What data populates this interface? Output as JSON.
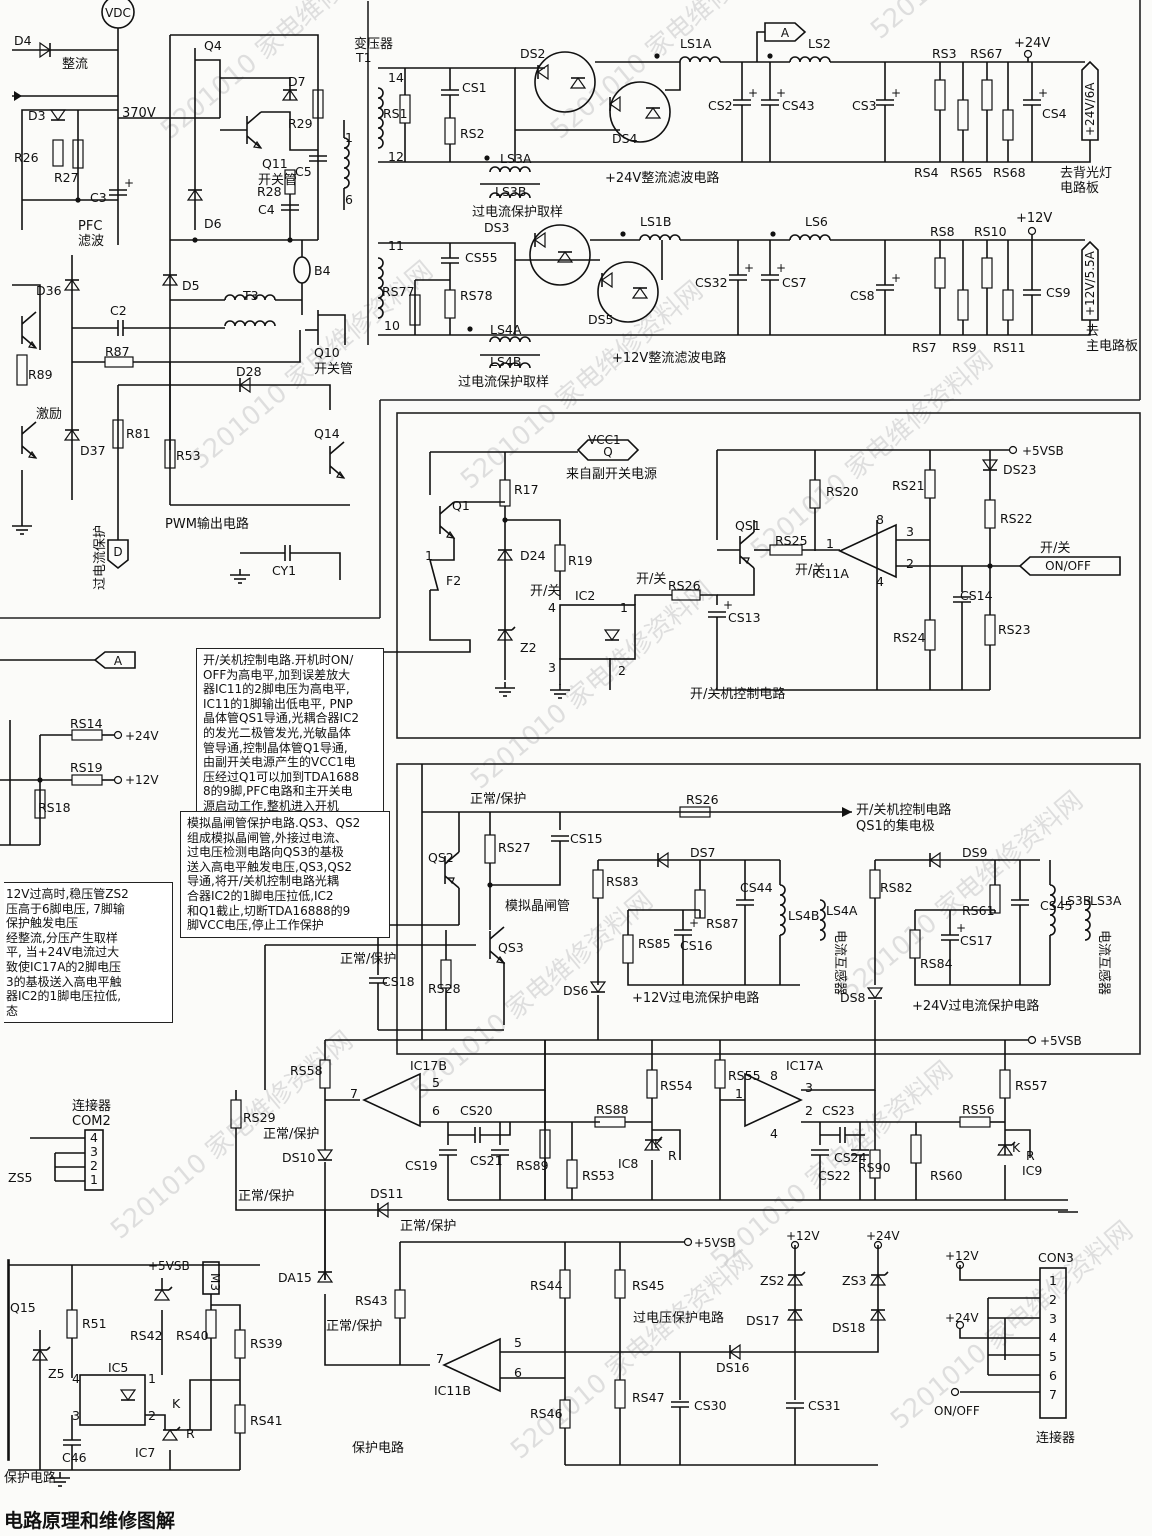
{
  "page": {
    "caption": "电路原理和维修图解"
  },
  "watermark": "5201010 家电维修资料网",
  "sections": {
    "rect24": "+24V整流滤波电路",
    "rect12": "+12V整流滤波电路",
    "ocp_sample_a": "过电流保护取样",
    "ocp_sample_b": "过电流保护取样",
    "pwm": "PWM输出电路",
    "onoff": "开/关机控制电路",
    "ocp12": "+12V过电流保护电路",
    "ocp24": "+24V过电流保护电路",
    "ovp": "过电压保护电路",
    "prot": "保护电路",
    "prot_left": "保护电路",
    "pfc": "PFC\n滤波",
    "rectifier": "整流",
    "excitation": "激励",
    "transformer": "变压器",
    "switch_tube_q11": "开关管",
    "switch_tube_q10": "开关管",
    "scr_label": "模拟晶闸管",
    "ct_a": "电流互感器",
    "ct_b": "电流互感器",
    "from_aux": "来自副开关电源",
    "to_backlight": "去背光灯\n电路板",
    "to_main": "去\n主电路板",
    "ocp_vertical": "过电流保护",
    "onoff_from": "开/关机控制电路\nQS1的集电极",
    "connector": "连接器",
    "connector_com2": "连接器\nCOM2",
    "normal_protect": "正常/保护",
    "onoff_label": "开/关"
  },
  "ports": {
    "vdc": "VDC",
    "A": "A",
    "D": "D",
    "Q": "Q",
    "vcc1": "VCC1",
    "onoff": "ON/OFF",
    "m3": "M3",
    "out24": "+24V/6A",
    "out12": "+12V/5.5A"
  },
  "rails": {
    "p24": "+24V",
    "p12": "+12V",
    "p5vsb": "+5VSB",
    "v370": "370V"
  },
  "notes": {
    "onoff": "开/关机控制电路.开机时ON/\nOFF为高电平,加到误差放大\n器IC11的2脚电压为高电平,\nIC11的1脚输出低电平, PNP\n晶体管QS1导通,光耦合器IC2\n的发光二极管发光,光敏晶体\n管导通,控制晶体管Q1导通,\n由副开关电源产生的VCC1电\n压经过Q1可以加到TDA1688\n8的9脚,PFC电路和主开关电\n源启动工作,整机进入开机\n状态",
    "scr": "模拟晶闸管保护电路.QS3、QS2\n组成模拟晶闸管,外接过电流、\n过电压检测电路向QS3的基极\n送入高电平触发电压,QS3,QS2\n导通,将开/关机控制电路光耦\n合器IC2的1脚电压拉低,IC2\n和Q1截止,切断TDA16888的9\n脚VCC电压,停止工作保护",
    "left": "12V过高时,稳压管ZS2\n压高于6脚电压, 7脚输\n保护触发电压\n经整流,分压产生取样\n平, 当+24V电流过大\n致使IC17A的2脚电压\n3的基极送入高电平触\n器IC2的1脚电压拉低,\n态"
  },
  "components": {
    "top": [
      "D4",
      "D3",
      "R26",
      "R27",
      "C3",
      "Q4",
      "D7",
      "R29",
      "Q11",
      "R28",
      "C5",
      "C4",
      "D6",
      "T1",
      "RS1",
      "RS2",
      "CS1",
      "LS3A",
      "LS3B",
      "DS2",
      "DS4",
      "LS1A",
      "LS2",
      "CS2",
      "CS43",
      "CS3",
      "RS3",
      "RS67",
      "RS4",
      "RS65",
      "RS68",
      "CS4",
      "B4",
      "T3",
      "Q10",
      "D5",
      "D36",
      "D37",
      "C2",
      "R87",
      "R89",
      "R81",
      "R53",
      "D28",
      "Q14",
      "CY1",
      "F2",
      "RS77",
      "RS78",
      "CS55",
      "LS4A",
      "LS4B",
      "DS3",
      "DS5",
      "LS1B",
      "LS6",
      "CS32",
      "CS7",
      "CS8",
      "RS8",
      "RS10",
      "RS7",
      "RS9",
      "RS11",
      "CS9"
    ],
    "pin_nums": [
      "14",
      "12",
      "1",
      "6",
      "11",
      "10"
    ],
    "onoff": [
      "Q1",
      "R17",
      "D24",
      "R19",
      "Z2",
      "IC2",
      "RS26",
      "CS13",
      "QS1",
      "RS25",
      "IC11A",
      "RS20",
      "RS21",
      "DS23",
      "RS22",
      "CS14",
      "RS24",
      "RS23"
    ],
    "prot": [
      "RS14",
      "RS19",
      "RS18",
      "QS2",
      "RS27",
      "CS15",
      "QS3",
      "CS18",
      "RS28",
      "RS26",
      "DS7",
      "RS83",
      "RS85",
      "CS16",
      "RS87",
      "CS44",
      "LS4B",
      "LS4A",
      "DS6",
      "DS9",
      "RS82",
      "RS61",
      "CS17",
      "RS84",
      "CS45",
      "LS3B",
      "LS3A",
      "DS8",
      "RS58",
      "IC17B",
      "RS29",
      "DS10",
      "DS11",
      "CS20",
      "CS19",
      "CS21",
      "RS89",
      "RS88",
      "RS53",
      "RS54",
      "IC8",
      "RS55",
      "IC17A",
      "CS23",
      "CS24",
      "CS22",
      "RS90",
      "RS60",
      "RS56",
      "RS57",
      "IC9",
      "DA15",
      "RS43",
      "IC11B",
      "RS44",
      "RS46",
      "RS45",
      "RS47",
      "CS30",
      "DS16",
      "ZS2",
      "DS17",
      "CS31",
      "ZS3",
      "DS18",
      "CON3",
      "COM2",
      "ZS5",
      "Q15",
      "Z5",
      "R51",
      "IC5",
      "C46",
      "IC7",
      "RS42",
      "RS40",
      "RS39",
      "RS41"
    ]
  },
  "con3_pins": [
    "1",
    "2",
    "3",
    "4",
    "5",
    "6",
    "7"
  ],
  "com2_pins": [
    "4",
    "3",
    "2",
    "1"
  ],
  "ic_pins": {
    "ic11a": [
      "8",
      "3",
      "2",
      "4",
      "1"
    ],
    "ic17b": [
      "5",
      "6",
      "7"
    ],
    "ic17a": [
      "8",
      "3",
      "2",
      "4",
      "1"
    ],
    "ic11b": [
      "5",
      "6",
      "7"
    ],
    "ic2": [
      "4",
      "1",
      "3",
      "2"
    ],
    "ic5": [
      "4",
      "1",
      "3",
      "2"
    ]
  },
  "kr": [
    "K",
    "R"
  ]
}
